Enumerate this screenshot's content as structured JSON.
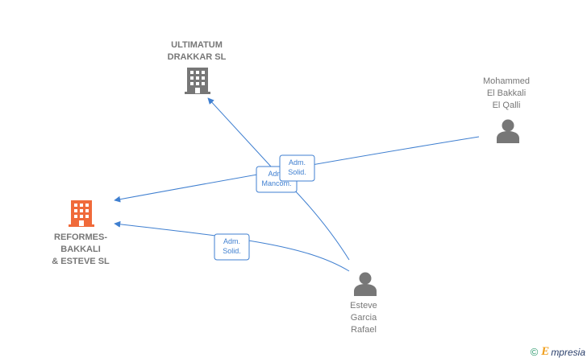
{
  "colors": {
    "edge": "#3f7fd0",
    "company_icon": "#777777",
    "focus_company_icon": "#f06a3a",
    "person_icon": "#777777",
    "label_text": "#777777"
  },
  "nodes": [
    {
      "id": "ultimatum",
      "type": "company",
      "icon": "building-icon",
      "label_lines": [
        "ULTIMATUM",
        "DRAKKAR SL"
      ],
      "focus": false
    },
    {
      "id": "reformes",
      "type": "company",
      "icon": "building-icon",
      "label_lines": [
        "REFORMES-",
        "BAKKALI",
        "& ESTEVE  SL"
      ],
      "focus": true
    },
    {
      "id": "mohammed",
      "type": "person",
      "icon": "person-icon",
      "label_lines": [
        "Mohammed",
        "El Bakkali",
        "El Qalli"
      ],
      "focus": false
    },
    {
      "id": "esteve",
      "type": "person",
      "icon": "person-icon",
      "label_lines": [
        "Esteve",
        "Garcia",
        "Rafael"
      ],
      "focus": false
    }
  ],
  "edges": [
    {
      "from": "esteve",
      "to": "ultimatum",
      "label_lines": [
        "Adm.",
        "Mancom."
      ]
    },
    {
      "from": "mohammed",
      "to": "reformes",
      "label_lines": [
        "Adm.",
        "Solid."
      ]
    },
    {
      "from": "esteve",
      "to": "reformes",
      "label_lines": [
        "Adm.",
        "Solid."
      ]
    }
  ],
  "brand": {
    "copyright": "©",
    "e_letter": "E",
    "rest": "mpresia"
  }
}
